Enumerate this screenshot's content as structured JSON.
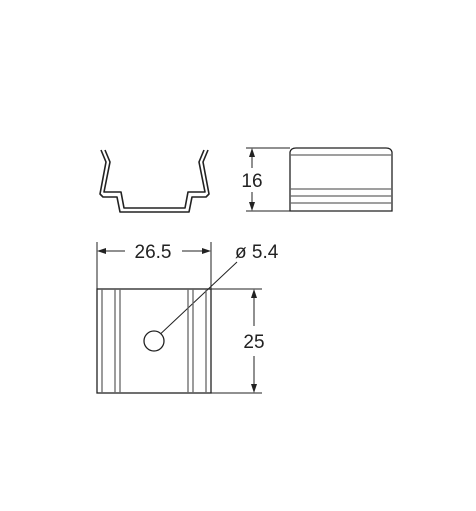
{
  "colors": {
    "background": "#ffffff",
    "line": "#222222",
    "hatch": "#666666"
  },
  "dimensions": {
    "height_label": "16",
    "width_label": "26.5",
    "hole_diameter_label": "ø 5.4",
    "length_label": "25"
  }
}
